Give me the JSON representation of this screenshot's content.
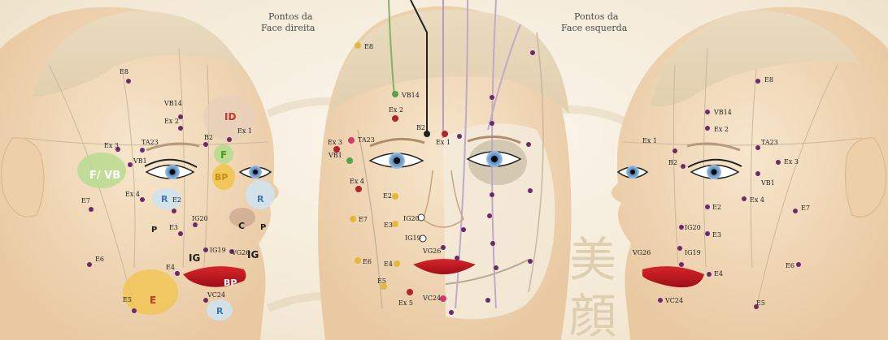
{
  "captions": {
    "right_l1": "Pontos da",
    "right_l2": "Face direita",
    "left_l1": "Pontos da",
    "left_l2": "Face esquerda"
  },
  "colors": {
    "skin": "#f2d9b8",
    "hair": "#e7d3b3",
    "point_purple": "#6b2a6b",
    "point_red": "#b0242a",
    "point_yellow": "#e2b93a",
    "point_green": "#58a24a",
    "zone_green": "#b7dc8f",
    "zone_yellow": "#f1c44a",
    "zone_orange": "#e5a55a",
    "zone_blue": "#cfe3ee",
    "zone_red": "#d9857a",
    "lips": "#c01820"
  },
  "zones_right": {
    "id": "ID",
    "f": "F",
    "f_vb": "F/ VB",
    "bp_cheek": "BP",
    "r_left": "R",
    "r_right": "R",
    "c": "C",
    "p_left": "P",
    "p_right": "P",
    "ig_left": "IG",
    "ig_right": "IG",
    "bp_lip": "BP",
    "e": "E",
    "r_chin": "R"
  },
  "points_right": {
    "e8": "E8",
    "vb14": "VB14",
    "ex2": "Ex 2",
    "b2": "B2",
    "ex1": "Ex 1",
    "ta23": "TA23",
    "ex3": "Ex 3",
    "vb1": "VB1",
    "ex4": "Ex 4",
    "e2": "E2",
    "e7": "E7",
    "e3": "E3",
    "ig20": "IG20",
    "ig19": "IG19",
    "vg26": "VG26",
    "e6": "E6",
    "e4": "E4",
    "vc24": "VC24",
    "e5": "E5"
  },
  "points_center": {
    "e8": "E8",
    "vb14": "VB14",
    "ex2": "Ex 2",
    "b2": "B2",
    "ex1": "Ex 1",
    "ex3": "Ex 3",
    "ta23": "TA23",
    "vb1": "VB1",
    "ex4": "Ex 4",
    "e2": "E2",
    "e7": "E7",
    "ig20": "IG20",
    "e3": "E3",
    "ig19": "IG19",
    "e6": "E6",
    "vg26": "VG26",
    "e4": "E4",
    "e5": "E5",
    "ex5": "Ex 5",
    "vc24": "VC24"
  },
  "points_left": {
    "e8": "E8",
    "vb14": "VB14",
    "ex2": "Ex 2",
    "ex1": "Ex 1",
    "b2": "B2",
    "ta23": "TA23",
    "ex3": "Ex 3",
    "vb1": "VB1",
    "ex4": "Ex 4",
    "e2": "E2",
    "e7": "E7",
    "ig20": "IG20",
    "e3": "E3",
    "vg26": "VG26",
    "ig19": "IG19",
    "e4": "E4",
    "e6": "E6",
    "vc24": "VC24",
    "e5": "E5"
  }
}
